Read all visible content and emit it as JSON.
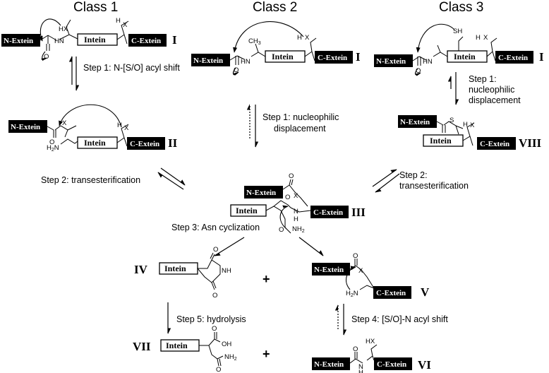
{
  "headers": {
    "class1": "Class 1",
    "class2": "Class 2",
    "class3": "Class 3"
  },
  "labels": {
    "n_extein": "N-Extein",
    "c_extein": "C-Extein",
    "intein": "Intein"
  },
  "roman": {
    "I": "I",
    "II": "II",
    "III": "III",
    "IV": "IV",
    "V": "V",
    "VI": "VI",
    "VII": "VII",
    "VIII": "VIII"
  },
  "steps": {
    "class1_step1": "Step 1: N-[S/O] acyl shift",
    "class2_step1_line1": "Step 1: nucleophilic",
    "class2_step1_line2": "displacement",
    "class3_step1_line1": "Step 1:",
    "class3_step1_line2": "nucleophilic",
    "class3_step1_line3": "displacement",
    "step2_left": "Step 2: transesterification",
    "step2_right_line1": "Step 2:",
    "step2_right_line2": "transesterification",
    "step3": "Step 3: Asn cyclization",
    "step4": "Step 4: [S/O]-N acyl shift",
    "step5": "Step 5: hydrolysis"
  },
  "atoms": {
    "HX": "HX",
    "H": "H",
    "X": "X",
    "HN": "HN",
    "O": "O",
    "N": "N",
    "CH3": "CH",
    "sub3": "3",
    "SH": "SH",
    "S": "S",
    "H2N": "H",
    "sub2": "2",
    "N_suffix": "N",
    "NH2": "NH",
    "NH": "NH",
    "OH": "OH"
  },
  "plus_sign": "+"
}
